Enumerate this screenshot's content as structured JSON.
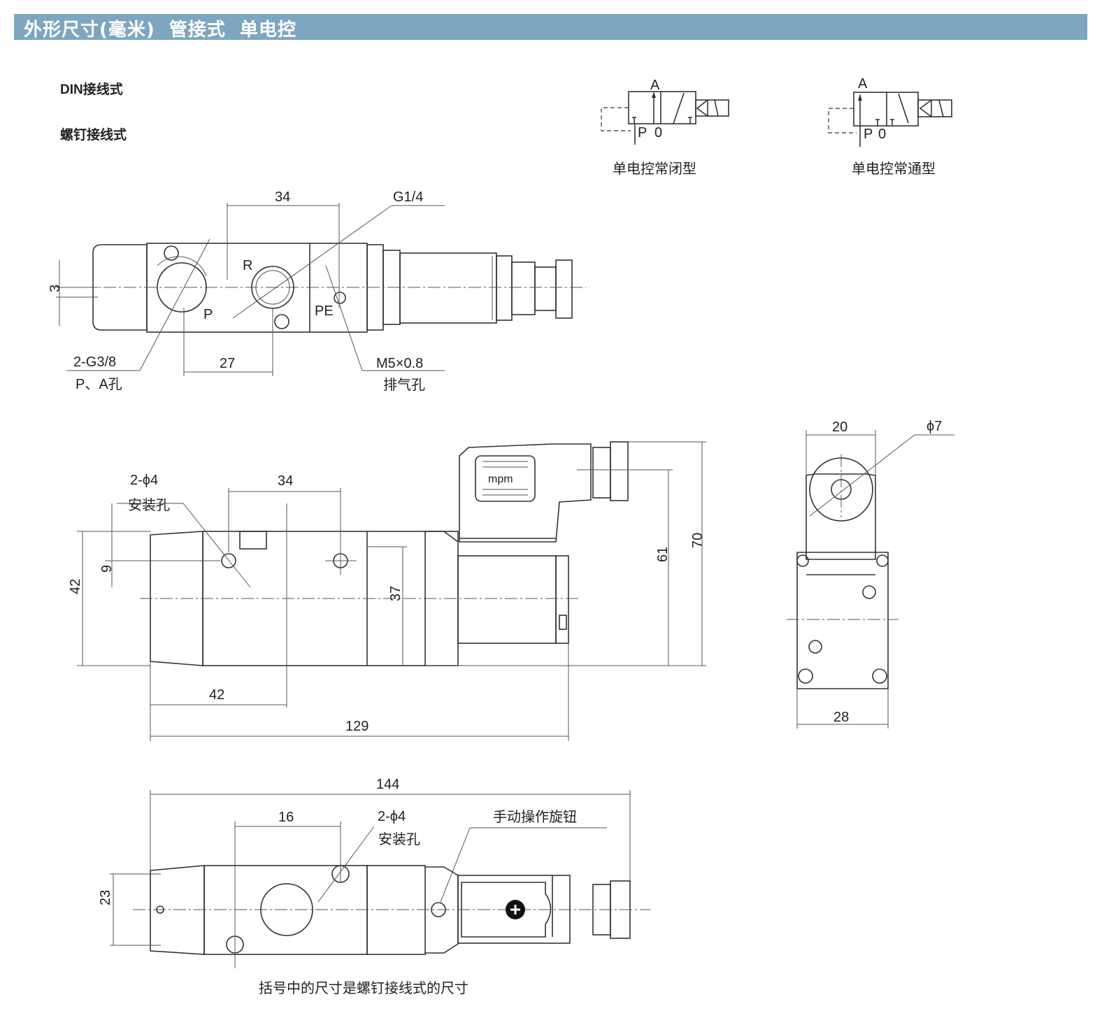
{
  "header": {
    "title": "外形尺寸(毫米)  管接式  单电控"
  },
  "legend": {
    "din": "DIN接线式",
    "screw": "螺钉接线式"
  },
  "symbols": [
    {
      "port_a": "A",
      "port_p": "P",
      "port_o": "0",
      "caption": "单电控常闭型"
    },
    {
      "port_a": "A",
      "port_p": "P",
      "port_o": "0",
      "caption": "单电控常通型"
    }
  ],
  "top_view": {
    "dim_34": "34",
    "thread_label": "G1/4",
    "dim_3": "3",
    "port_r": "R",
    "port_p": "P",
    "port_pe": "PE",
    "port_thread": "2-G3/8",
    "port_note": "P、A孔",
    "dim_27": "27",
    "exhaust_thread": "M5×0.8",
    "exhaust_note": "排气孔"
  },
  "front_view": {
    "hole_label": "2-ϕ4",
    "hole_note": "安装孔",
    "dim_34": "34",
    "dim_9": "9",
    "dim_42h": "42",
    "dim_37": "37",
    "dim_61": "61",
    "dim_70": "70",
    "dim_42": "42",
    "dim_129": "129",
    "brand": "mpm"
  },
  "end_view": {
    "dim_20": "20",
    "dim_phi7": "ϕ7",
    "dim_28": "28"
  },
  "bottom_view": {
    "dim_144": "144",
    "dim_16": "16",
    "hole_label": "2-ϕ4",
    "hole_note": "安装孔",
    "knob_label": "手动操作旋钮",
    "dim_23": "23"
  },
  "footnote": "括号中的尺寸是螺钉接线式的尺寸"
}
